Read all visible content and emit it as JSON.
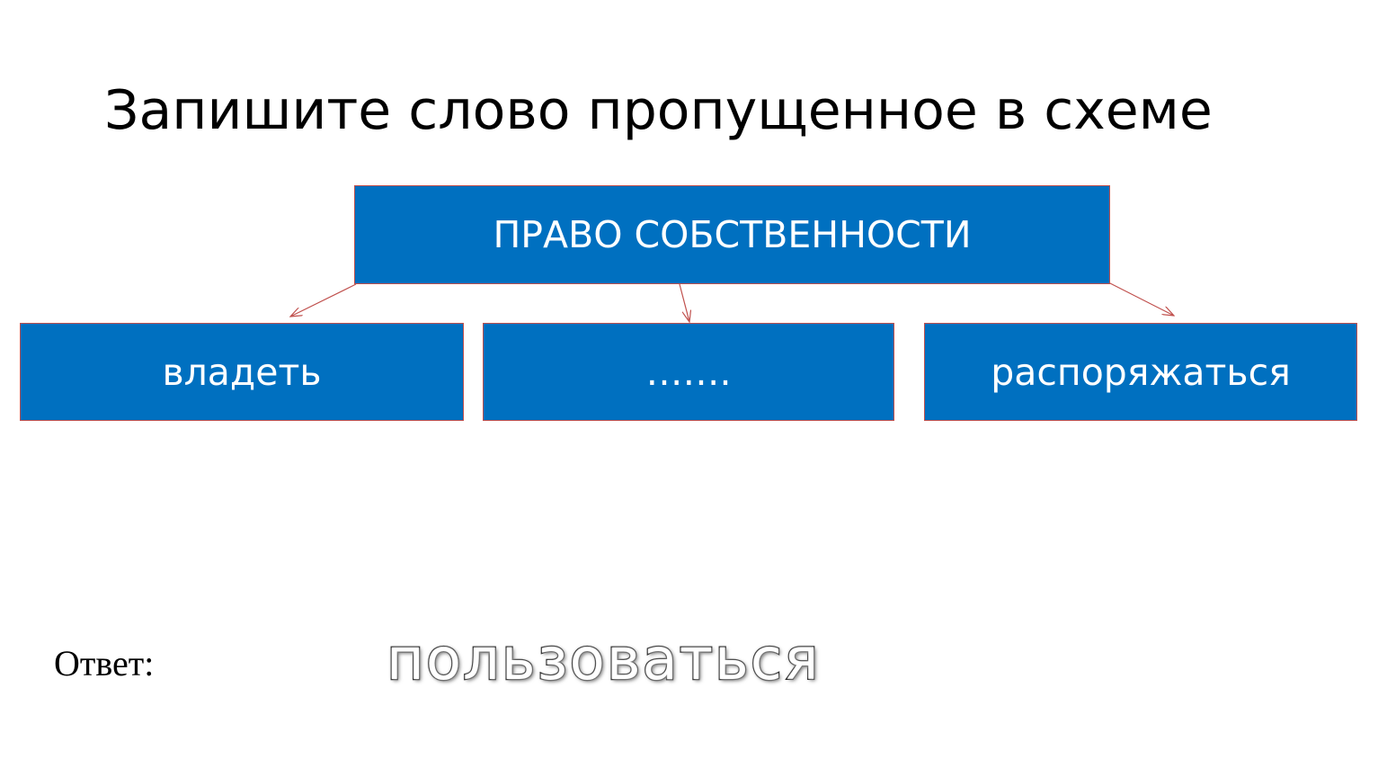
{
  "title": "Запишите слово пропущенное в схеме",
  "diagram": {
    "root": "ПРАВО СОБСТВЕННОСТИ",
    "children": [
      "владеть",
      "…….",
      "распоряжаться"
    ]
  },
  "answer": {
    "label": "Ответ:",
    "value": "пользоваться"
  },
  "colors": {
    "box_fill": "#0070c0",
    "box_border": "#c0504d",
    "connector": "#c0504d",
    "box_text": "#ffffff"
  }
}
